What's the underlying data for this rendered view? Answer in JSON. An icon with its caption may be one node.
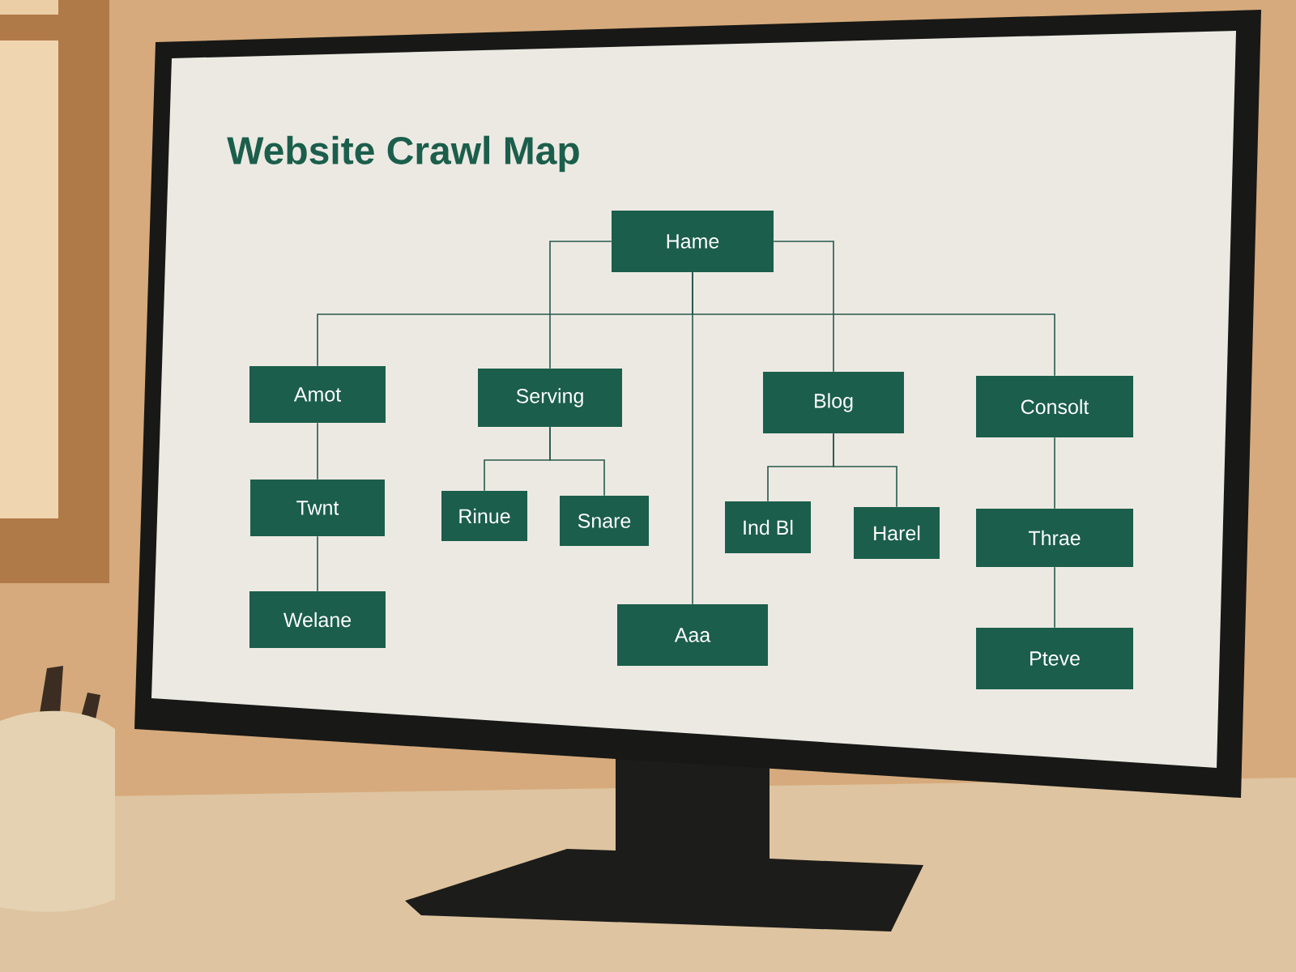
{
  "diagram": {
    "title": "Website Crawl Map",
    "nodes": [
      {
        "text": [
          "Hame"
        ]
      },
      {
        "text": [
          "Amot"
        ]
      },
      {
        "text": [
          "Serving"
        ]
      },
      {
        "text": [
          "Blog"
        ]
      },
      {
        "text": [
          "Consolt"
        ]
      },
      {
        "text": [
          "Twnt"
        ]
      },
      {
        "text": [
          "Rinue"
        ]
      },
      {
        "text": [
          "Snare"
        ]
      },
      {
        "text": [
          "Ind Bl"
        ]
      },
      {
        "text": [
          "Harel"
        ]
      },
      {
        "text": [
          "Thrae"
        ]
      },
      {
        "text": [
          "Welane"
        ]
      },
      {
        "text": [
          "Aaa"
        ]
      },
      {
        "text": [
          "Pteve"
        ]
      }
    ],
    "edges": [
      {
        "from": 0,
        "to": 1,
        "arrow": "none"
      },
      {
        "from": 0,
        "to": 2,
        "arrow": "none"
      },
      {
        "from": 0,
        "to": 3,
        "arrow": "none"
      },
      {
        "from": 0,
        "to": 4,
        "arrow": "none"
      },
      {
        "from": 0,
        "to": 12,
        "arrow": "none"
      },
      {
        "from": 1,
        "to": 5,
        "arrow": "none"
      },
      {
        "from": 5,
        "to": 11,
        "arrow": "none"
      },
      {
        "from": 2,
        "to": 6,
        "arrow": "none"
      },
      {
        "from": 2,
        "to": 7,
        "arrow": "none"
      },
      {
        "from": 3,
        "to": 8,
        "arrow": "none"
      },
      {
        "from": 3,
        "to": 9,
        "arrow": "none"
      },
      {
        "from": 4,
        "to": 10,
        "arrow": "none"
      },
      {
        "from": 10,
        "to": 13,
        "arrow": "none"
      }
    ]
  }
}
